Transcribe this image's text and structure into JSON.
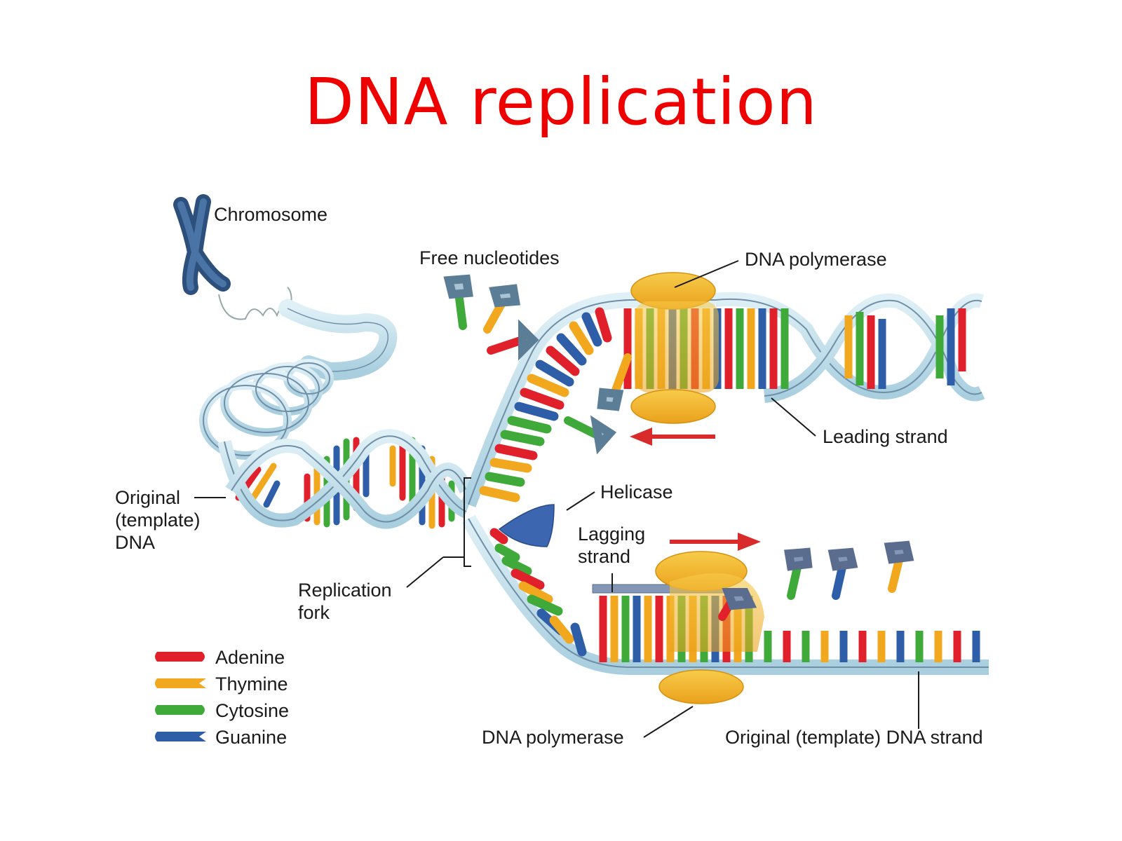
{
  "title": "DNA replication",
  "labels": {
    "chromosome": "Chromosome",
    "free_nucleotides": "Free nucleotides",
    "dna_polymerase_top": "DNA polymerase",
    "leading_strand": "Leading strand",
    "original_template_dna": "Original\n(template)\nDNA",
    "helicase": "Helicase",
    "lagging_strand": "Lagging\nstrand",
    "replication_fork": "Replication\nfork",
    "dna_polymerase_bottom": "DNA polymerase",
    "original_template_strand": "Original (template) DNA strand"
  },
  "legend": [
    {
      "name": "Adenine",
      "color": "#e0202a"
    },
    {
      "name": "Thymine",
      "color": "#f2a81e"
    },
    {
      "name": "Cytosine",
      "color": "#3faa3a"
    },
    {
      "name": "Guanine",
      "color": "#2f5ea8"
    }
  ],
  "colors": {
    "title": "#ee0000",
    "backbone": "#b9dbe8",
    "backbone_edge": "#6f8fa8",
    "polymerase": "#f2b92a",
    "helicase": "#3d66b0",
    "arrow": "#d92b2b"
  }
}
